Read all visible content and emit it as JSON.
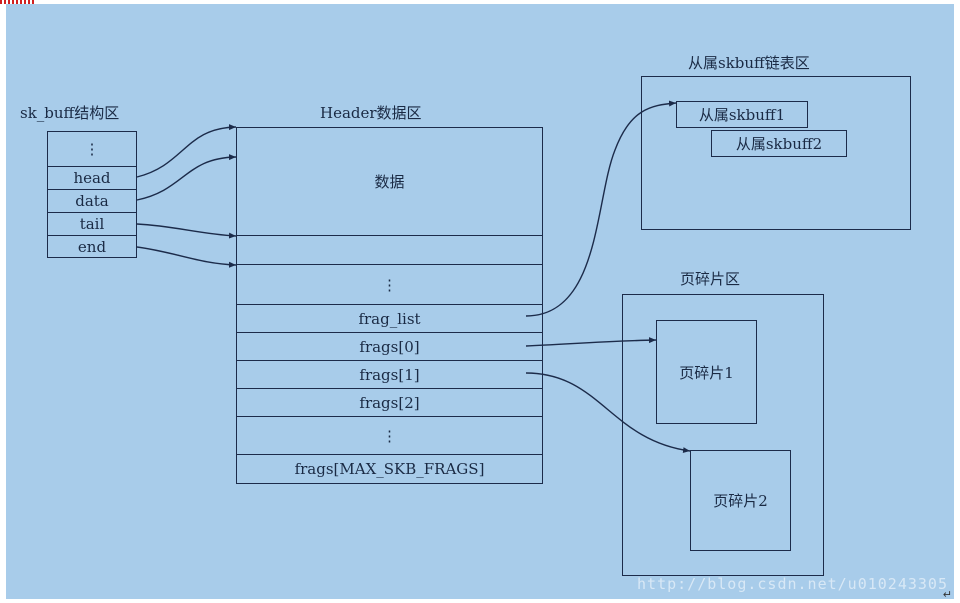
{
  "sk_buff": {
    "title": "sk_buff结构区",
    "fields": [
      "⋮",
      "head",
      "data",
      "tail",
      "end"
    ]
  },
  "header": {
    "title": "Header数据区",
    "data_label": "数据",
    "rows": [
      "⋮",
      "frag_list",
      "frags[0]",
      "frags[1]",
      "frags[2]",
      "⋮",
      "frags[MAX_SKB_FRAGS]"
    ]
  },
  "slave_list": {
    "title": "从属skbuff链表区",
    "items": [
      "从属skbuff1",
      "从属skbuff2"
    ]
  },
  "page_frag": {
    "title": "页碎片区",
    "items": [
      "页碎片1",
      "页碎片2"
    ]
  },
  "watermark": "http://blog.csdn.net/u010243305",
  "paragraph_mark": "↵",
  "colors": {
    "background": "#a8ccea",
    "line": "#1c2b4a"
  }
}
